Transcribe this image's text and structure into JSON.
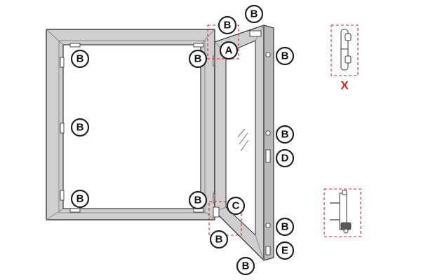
{
  "callouts": {
    "top_right_frame": "B",
    "sash_top_hinge": "B",
    "hinge_top": "A",
    "frame_top_inner": "B",
    "frame_top_left": "B",
    "frame_left_mid": "B",
    "frame_bottom_left": "B",
    "frame_bottom_right": "B",
    "hinge_bottom": "C",
    "bottom_center": "B",
    "bottom_right": "B",
    "sash_right_top": "B",
    "sash_right_mid": "B",
    "sash_right_lower": "D",
    "sash_right_bottom_b": "B",
    "sash_right_bottom_e": "E"
  },
  "detail_top": {
    "mark": "X"
  },
  "colors": {
    "accent": "#d22a2a",
    "frame": "#cfcfcf",
    "outline": "#3a3a3a"
  }
}
